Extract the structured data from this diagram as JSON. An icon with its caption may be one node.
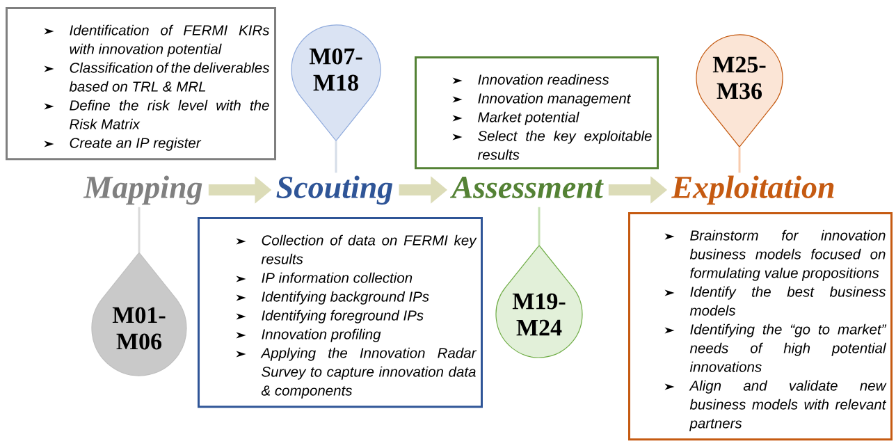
{
  "diagram": {
    "nodes": [
      {
        "text": [
          "Identification of FERMI KIRs with innovation potential",
          "Classification of the deliverables based on TRL & MRL",
          "Define the risk level with the Risk Matrix",
          "Create an IP register"
        ]
      },
      {
        "text": [
          "M07- M18"
        ]
      },
      {
        "text": [
          "Innovation readiness",
          "Innovation management",
          "Market potential",
          "Select the key exploitable results"
        ]
      },
      {
        "text": [
          "M25- M36"
        ]
      },
      {
        "text": [
          "Mapping"
        ]
      },
      {
        "text": [
          "Scouting"
        ]
      },
      {
        "text": [
          "Assessment"
        ]
      },
      {
        "text": [
          "Exploitation"
        ]
      },
      {
        "text": [
          "Collection of data on FERMI key results",
          "IP information collection",
          "Identifying background IPs",
          "Identifying foreground IPs",
          "Innovation profiling",
          "Applying the Innovation Radar Survey to capture innovation data & components"
        ]
      },
      {
        "text": [
          "M01- M06"
        ]
      },
      {
        "text": [
          "M19- M24"
        ]
      },
      {
        "text": [
          "Brainstorm for innovation business models focused on formulating value propositions",
          "Identify the best business models",
          "Identifying the “go to market” needs of high potential innovations",
          "Align and validate new business models with relevant partners"
        ]
      }
    ],
    "edges": [
      {
        "from": 4,
        "to": 5,
        "arrow": "to",
        "style": "thick"
      },
      {
        "from": 5,
        "to": 6,
        "arrow": "to",
        "style": "thick"
      },
      {
        "from": 6,
        "to": 7,
        "arrow": "to",
        "style": "thick"
      },
      {
        "from": 9,
        "to": 4,
        "arrow": "none",
        "color": "#d9d9d9"
      },
      {
        "from": 1,
        "to": 5,
        "arrow": "none",
        "color": "#d5dde8"
      },
      {
        "from": 10,
        "to": 6,
        "arrow": "none",
        "color": "#c5e0b4"
      },
      {
        "from": 3,
        "to": 7,
        "arrow": "none",
        "color": "#f8cbad"
      }
    ]
  }
}
